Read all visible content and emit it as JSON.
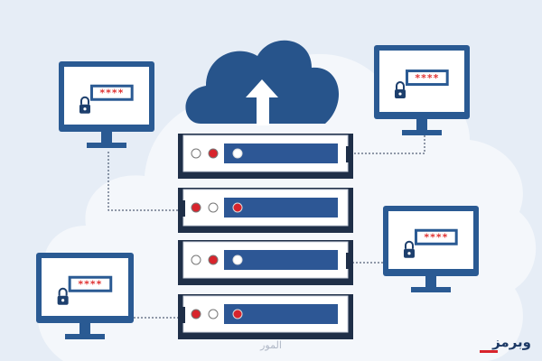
{
  "colors": {
    "background": "#e6edf6",
    "cloud": "#f4f7fb",
    "monitor_frame": "#2a5a93",
    "monitor_screen": "#ffffff",
    "password_box": "#2a5a93",
    "password_stars": "#e03535",
    "lock_body": "#1d3f6d",
    "server_frame": "#1f2f48",
    "server_panel": "#ffffff",
    "server_bar": "#2d5795",
    "led_red": "#d8242c",
    "led_white": "#ffffff",
    "upload_cloud": "#27548b",
    "upload_arrow": "#ffffff",
    "connector": "#2a3a55",
    "brand": "#1d3a66",
    "brand_accent": "#d8242c"
  },
  "diagram": {
    "monitors": [
      {
        "id": "top-left",
        "password_mask": "****",
        "icon": "lock-icon"
      },
      {
        "id": "top-right",
        "password_mask": "****",
        "icon": "lock-icon"
      },
      {
        "id": "mid-right",
        "password_mask": "****",
        "icon": "lock-icon"
      },
      {
        "id": "bottom-left",
        "password_mask": "****",
        "icon": "lock-icon"
      }
    ],
    "server_units": 4,
    "upload_icon": "cloud-upload-icon"
  },
  "footer": {
    "caption": "المور",
    "brand": "وبرمز"
  }
}
